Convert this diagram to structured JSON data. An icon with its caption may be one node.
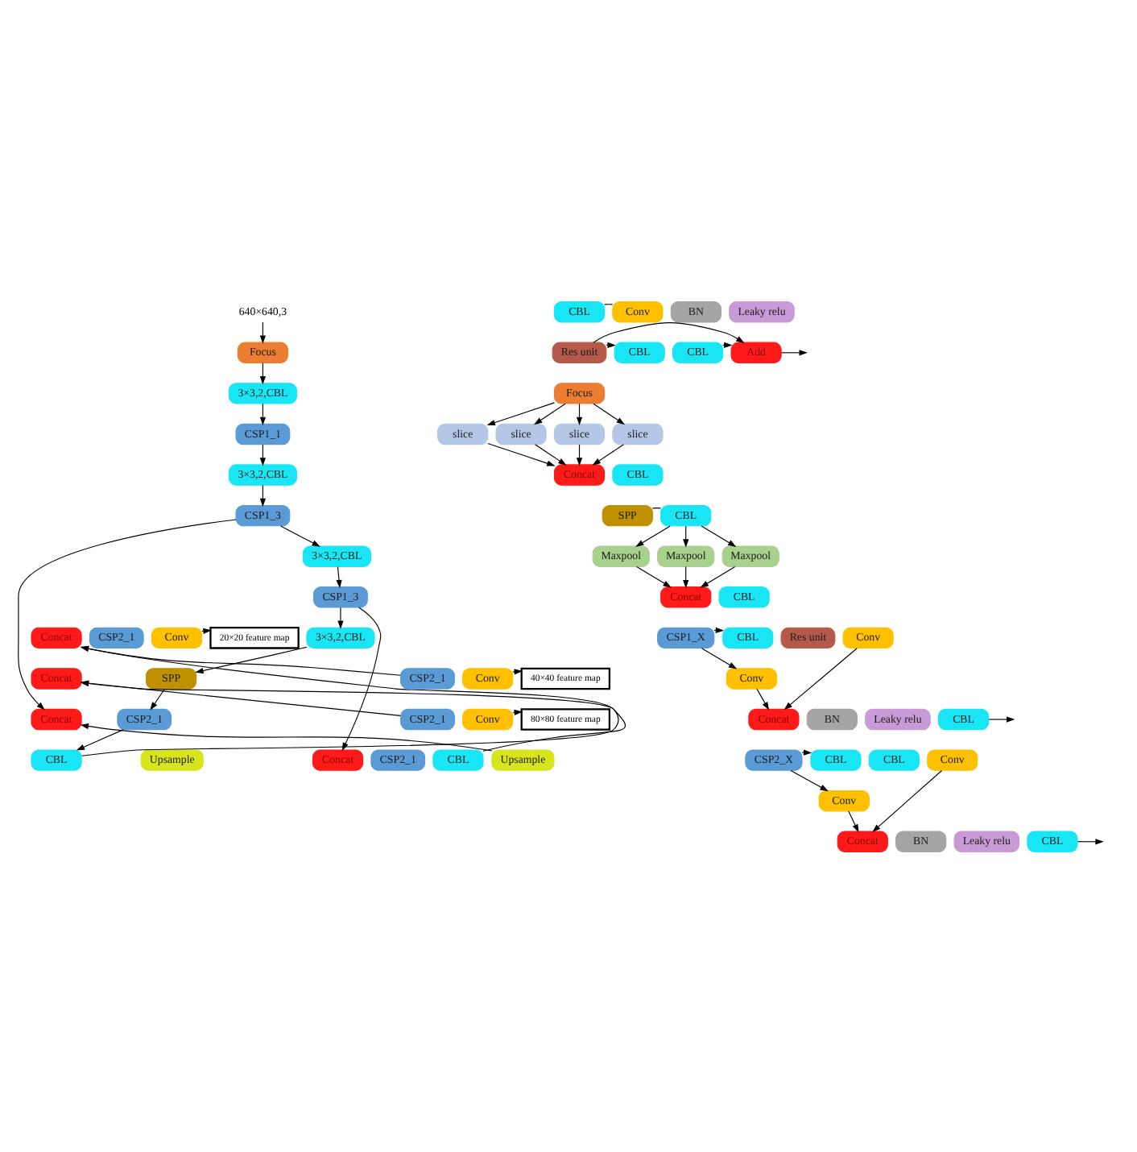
{
  "diagram": {
    "nodes": [
      {
        "text": [
          "640×640,3"
        ]
      },
      {
        "text": [
          "Focus"
        ]
      },
      {
        "text": [
          "3×3,2,CBL"
        ]
      },
      {
        "text": [
          "CSP1_1"
        ]
      },
      {
        "text": [
          "3×3,2,CBL"
        ]
      },
      {
        "text": [
          "CSP1_3"
        ]
      },
      {
        "text": [
          "3×3,2,CBL"
        ]
      },
      {
        "text": [
          "CSP1_3"
        ]
      },
      {
        "text": [
          "3×3,2,CBL"
        ]
      },
      {
        "text": [
          "SPP"
        ]
      },
      {
        "text": [
          "CSP2_1"
        ]
      },
      {
        "text": [
          "CBL"
        ]
      },
      {
        "text": [
          "Upsample"
        ]
      },
      {
        "text": [
          "Concat"
        ]
      },
      {
        "text": [
          "CSP2_1"
        ]
      },
      {
        "text": [
          "CBL"
        ]
      },
      {
        "text": [
          "Upsample"
        ]
      },
      {
        "text": [
          "Concat"
        ]
      },
      {
        "text": [
          "CSP2_1"
        ]
      },
      {
        "text": [
          "Conv"
        ]
      },
      {
        "text": [
          "20×20 feature map"
        ]
      },
      {
        "text": [
          "Concat"
        ]
      },
      {
        "text": [
          "CSP2_1"
        ]
      },
      {
        "text": [
          "Conv"
        ]
      },
      {
        "text": [
          "40×40 feature map"
        ]
      },
      {
        "text": [
          "Concat"
        ]
      },
      {
        "text": [
          "CSP2_1"
        ]
      },
      {
        "text": [
          "Conv"
        ]
      },
      {
        "text": [
          "80×80 feature map"
        ]
      },
      {
        "text": [
          "CBL"
        ]
      },
      {
        "text": [
          "Conv"
        ]
      },
      {
        "text": [
          "BN"
        ]
      },
      {
        "text": [
          "Leaky relu"
        ]
      },
      {
        "text": [
          "Res unit"
        ]
      },
      {
        "text": [
          "CBL"
        ]
      },
      {
        "text": [
          "CBL"
        ]
      },
      {
        "text": [
          "Add"
        ]
      },
      {
        "text": [
          "Focus"
        ]
      },
      {
        "text": [
          "slice"
        ]
      },
      {
        "text": [
          "slice"
        ]
      },
      {
        "text": [
          "slice"
        ]
      },
      {
        "text": [
          "slice"
        ]
      },
      {
        "text": [
          "Concat"
        ]
      },
      {
        "text": [
          "CBL"
        ]
      },
      {
        "text": [
          "SPP"
        ]
      },
      {
        "text": [
          "CBL"
        ]
      },
      {
        "text": [
          "Maxpool"
        ]
      },
      {
        "text": [
          "Maxpool"
        ]
      },
      {
        "text": [
          "Maxpool"
        ]
      },
      {
        "text": [
          "Concat"
        ]
      },
      {
        "text": [
          "CBL"
        ]
      },
      {
        "text": [
          "CSP1_X"
        ]
      },
      {
        "text": [
          "CBL"
        ]
      },
      {
        "text": [
          "Res unit"
        ]
      },
      {
        "text": [
          "Conv"
        ]
      },
      {
        "text": [
          "Conv"
        ]
      },
      {
        "text": [
          "Concat"
        ]
      },
      {
        "text": [
          "BN"
        ]
      },
      {
        "text": [
          "Leaky relu"
        ]
      },
      {
        "text": [
          "CBL"
        ]
      },
      {
        "text": [
          "CSP2_X"
        ]
      },
      {
        "text": [
          "CBL"
        ]
      },
      {
        "text": [
          "CBL"
        ]
      },
      {
        "text": [
          "Conv"
        ]
      },
      {
        "text": [
          "Conv"
        ]
      },
      {
        "text": [
          "Concat"
        ]
      },
      {
        "text": [
          "BN"
        ]
      },
      {
        "text": [
          "Leaky relu"
        ]
      },
      {
        "text": [
          "CBL"
        ]
      }
    ],
    "edges": [
      {
        "from": 0,
        "to": 1,
        "arrow": "to"
      },
      {
        "from": 1,
        "to": 2,
        "arrow": "to"
      },
      {
        "from": 2,
        "to": 3,
        "arrow": "to"
      },
      {
        "from": 3,
        "to": 4,
        "arrow": "to"
      },
      {
        "from": 4,
        "to": 5,
        "arrow": "to"
      },
      {
        "from": 5,
        "to": 6,
        "arrow": "to"
      },
      {
        "from": 6,
        "to": 7,
        "arrow": "to"
      },
      {
        "from": 7,
        "to": 8,
        "arrow": "to"
      },
      {
        "from": 8,
        "to": 9,
        "arrow": "to"
      },
      {
        "from": 9,
        "to": 10,
        "arrow": "to"
      },
      {
        "from": 10,
        "to": 11,
        "arrow": "to"
      },
      {
        "from": 5,
        "to": 25,
        "arrow": "to"
      },
      {
        "from": 7,
        "to": 13,
        "arrow": "to"
      },
      {
        "from": 11,
        "to": 17,
        "arrow": "to"
      },
      {
        "from": 16,
        "to": 25,
        "arrow": "to"
      },
      {
        "from": 15,
        "to": 21,
        "arrow": "to"
      },
      {
        "from": 26,
        "to": 21,
        "arrow": "to"
      },
      {
        "from": 22,
        "to": 17,
        "arrow": "to"
      },
      {
        "from": 19,
        "to": 20,
        "arrow": "to"
      },
      {
        "from": 23,
        "to": 24,
        "arrow": "to"
      },
      {
        "from": 27,
        "to": 28,
        "arrow": "to"
      },
      {
        "from": 29,
        "to": 30,
        "arrow": "none"
      },
      {
        "from": 33,
        "to": 34,
        "arrow": "to"
      },
      {
        "from": 35,
        "to": 36,
        "arrow": "to"
      },
      {
        "from": 33,
        "to": 36,
        "arrow": "to"
      },
      {
        "from": 36,
        "to": null,
        "arrow": "to"
      },
      {
        "from": 37,
        "to": 38,
        "arrow": "to"
      },
      {
        "from": 37,
        "to": 39,
        "arrow": "to"
      },
      {
        "from": 37,
        "to": 40,
        "arrow": "to"
      },
      {
        "from": 37,
        "to": 41,
        "arrow": "to"
      },
      {
        "from": 38,
        "to": 42,
        "arrow": "to"
      },
      {
        "from": 39,
        "to": 42,
        "arrow": "to"
      },
      {
        "from": 40,
        "to": 42,
        "arrow": "to"
      },
      {
        "from": 41,
        "to": 42,
        "arrow": "to"
      },
      {
        "from": 44,
        "to": 45,
        "arrow": "none"
      },
      {
        "from": 45,
        "to": 46,
        "arrow": "to"
      },
      {
        "from": 45,
        "to": 47,
        "arrow": "to"
      },
      {
        "from": 45,
        "to": 48,
        "arrow": "to"
      },
      {
        "from": 46,
        "to": 49,
        "arrow": "to"
      },
      {
        "from": 47,
        "to": 49,
        "arrow": "to"
      },
      {
        "from": 48,
        "to": 49,
        "arrow": "to"
      },
      {
        "from": 51,
        "to": 52,
        "arrow": "to"
      },
      {
        "from": 51,
        "to": 55,
        "arrow": "to"
      },
      {
        "from": 54,
        "to": 56,
        "arrow": "to"
      },
      {
        "from": 55,
        "to": 56,
        "arrow": "to"
      },
      {
        "from": 59,
        "to": null,
        "arrow": "to"
      },
      {
        "from": 60,
        "to": 61,
        "arrow": "to"
      },
      {
        "from": 60,
        "to": 64,
        "arrow": "to"
      },
      {
        "from": 63,
        "to": 65,
        "arrow": "to"
      },
      {
        "from": 64,
        "to": 65,
        "arrow": "to"
      },
      {
        "from": 68,
        "to": null,
        "arrow": "to"
      }
    ]
  }
}
